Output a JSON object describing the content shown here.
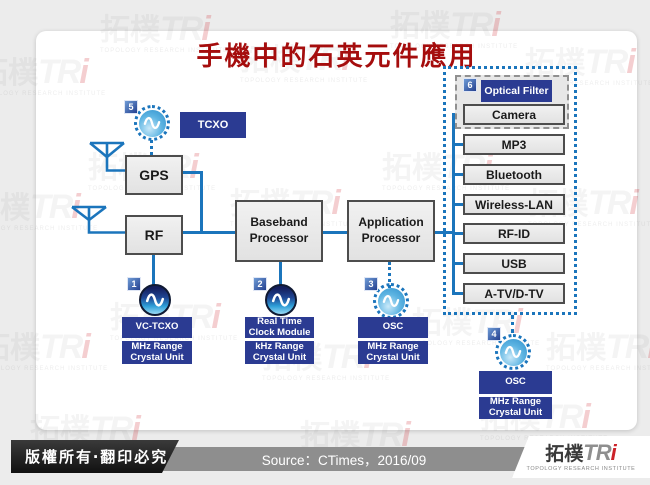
{
  "title": "手機中的石英元件應用",
  "colors": {
    "title_red": "#a50d0d",
    "navy_box": "#2b3b92",
    "line_blue": "#1b75bc",
    "logo_red": "#cc2229",
    "box_border_gray": "#4d4d4d"
  },
  "diagram": {
    "blocks": {
      "tcxo": "TCXO",
      "gps": "GPS",
      "rf": "RF",
      "baseband": "Baseband Processor",
      "application": "Application Processor",
      "optical_filter": "Optical Filter"
    },
    "badge5": "5",
    "badge6": "6",
    "peripherals": [
      "Camera",
      "MP3",
      "Bluetooth",
      "Wireless-LAN",
      "RF-ID",
      "USB",
      "A-TV/D-TV"
    ],
    "components": [
      {
        "badge": "1",
        "name": "VC-TCXO",
        "unit": "MHz Range Crystal Unit"
      },
      {
        "badge": "2",
        "name": "Real Time Clock Module",
        "unit": "kHz Range Crystal Unit"
      },
      {
        "badge": "3",
        "name": "OSC",
        "unit": "MHz Range Crystal Unit"
      },
      {
        "badge": "4",
        "name": "OSC",
        "unit": "MHz Range Crystal Unit"
      }
    ]
  },
  "footer": {
    "copyright": "版權所有‧翻印必究",
    "source": "Source：CTimes，2016/09"
  },
  "logo": {
    "cjk": "拓樸",
    "latin_tr": "TR",
    "latin_i": "i",
    "subtitle": "TOPOLOGY RESEARCH INSTITUTE"
  },
  "watermark": {
    "cjk": "拓樸",
    "latin_tr": "TR",
    "latin_i": "i",
    "subtitle": "TOPOLOGY RESEARCH INSTITUTE"
  }
}
